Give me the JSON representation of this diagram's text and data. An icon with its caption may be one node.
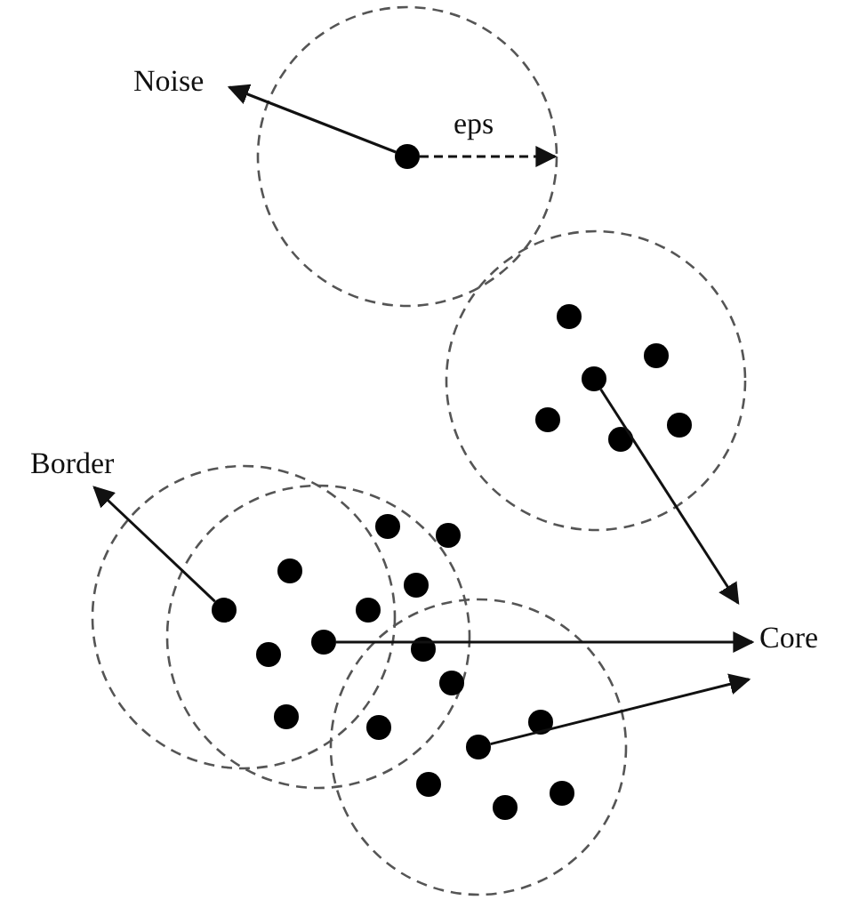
{
  "diagram": {
    "nodes": [
      {
        "text": [
          "Noise"
        ]
      },
      {
        "text": [],
        "shape": "circle"
      },
      {
        "text": [],
        "shape": "circle"
      },
      {
        "text": [
          "Border"
        ]
      },
      {
        "text": [],
        "shape": "circle"
      },
      {
        "text": [],
        "shape": "circle"
      },
      {
        "text": [],
        "shape": "circle"
      },
      {
        "text": [
          "Core"
        ]
      },
      {
        "text": [],
        "shape": "circle"
      },
      {
        "text": [],
        "shape": "circle"
      },
      {
        "text": [],
        "shape": "circle"
      },
      {
        "text": [],
        "shape": "circle"
      },
      {
        "text": [],
        "shape": "circle"
      },
      {
        "text": [],
        "shape": "circle"
      },
      {
        "text": [],
        "shape": "circle"
      },
      {
        "text": [],
        "shape": "circle"
      },
      {
        "text": [],
        "shape": "circle"
      },
      {
        "text": [],
        "shape": "circle"
      },
      {
        "text": [],
        "shape": "circle"
      },
      {
        "text": [],
        "shape": "circle"
      },
      {
        "text": [],
        "shape": "circle"
      },
      {
        "text": [],
        "shape": "circle"
      },
      {
        "text": [],
        "shape": "circle"
      },
      {
        "text": [],
        "shape": "circle"
      },
      {
        "text": [],
        "shape": "circle"
      },
      {
        "text": [],
        "shape": "circle"
      },
      {
        "text": [],
        "shape": "circle"
      }
    ],
    "edges": [
      {
        "from": 1,
        "to": 0,
        "arrow": "to"
      },
      {
        "from": 2,
        "to": 7,
        "arrow": "to"
      },
      {
        "from": 4,
        "to": 3,
        "arrow": "to"
      },
      {
        "from": 5,
        "to": 7,
        "arrow": "to"
      },
      {
        "from": 6,
        "to": 7,
        "arrow": "to"
      }
    ],
    "labels": [
      "eps"
    ]
  }
}
